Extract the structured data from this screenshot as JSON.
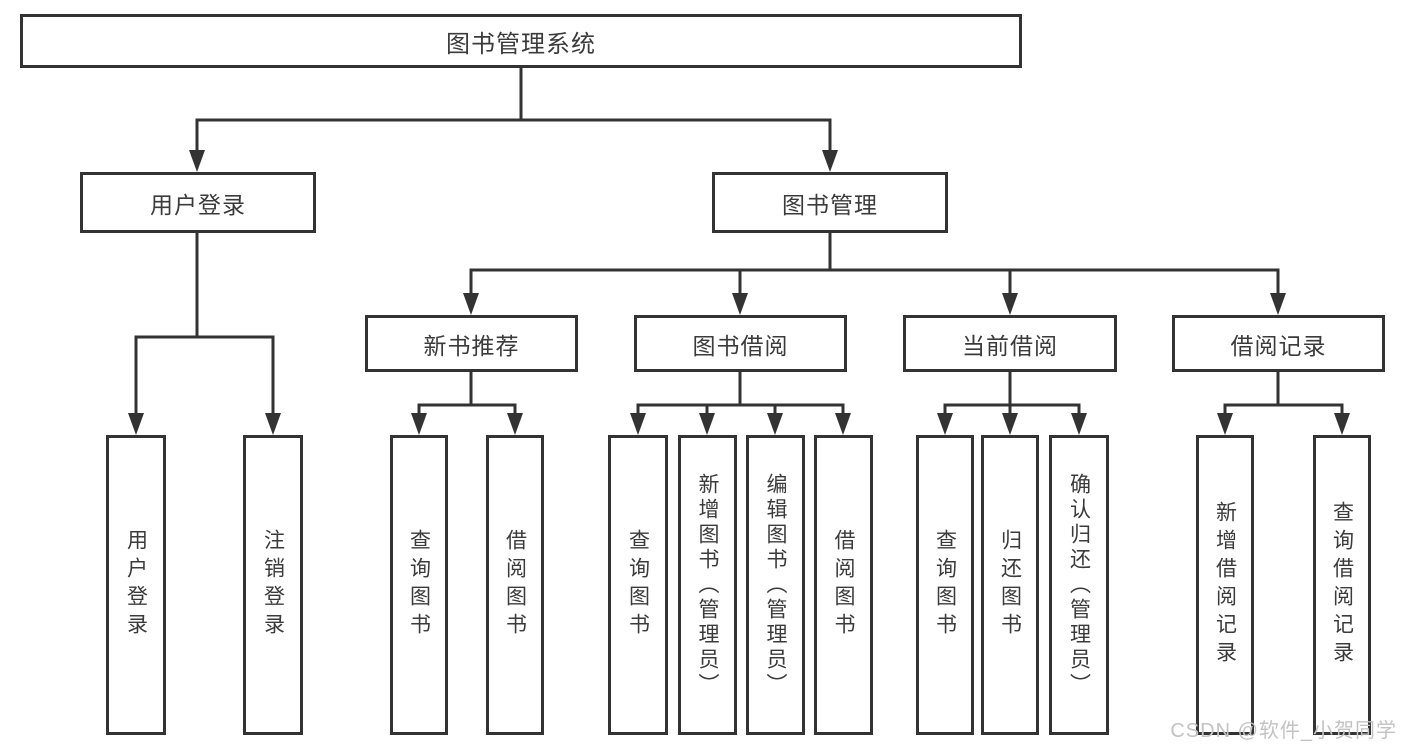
{
  "colors": {
    "line": "#333333",
    "border": "#333333",
    "text": "#3b3b3b",
    "background": "#ffffff",
    "watermark_text": "#c3c3c3"
  },
  "tree": {
    "root": {
      "label": "图书管理系统"
    },
    "branches": [
      {
        "label": "用户登录",
        "children": [
          "用户登录",
          "注销登录"
        ]
      },
      {
        "label": "图书管理",
        "groups": [
          {
            "label": "新书推荐",
            "children": [
              "查询图书",
              "借阅图书"
            ]
          },
          {
            "label": "图书借阅",
            "children": [
              "查询图书",
              "新增图书（管理员）",
              "编辑图书（管理员）",
              "借阅图书"
            ]
          },
          {
            "label": "当前借阅",
            "children": [
              "查询图书",
              "归还图书",
              "确认归还（管理员）"
            ]
          },
          {
            "label": "借阅记录",
            "children": [
              "新增借阅记录",
              "查询借阅记录"
            ]
          }
        ]
      }
    ]
  },
  "watermark": {
    "text": "CSDN @软件_小贺同学"
  }
}
